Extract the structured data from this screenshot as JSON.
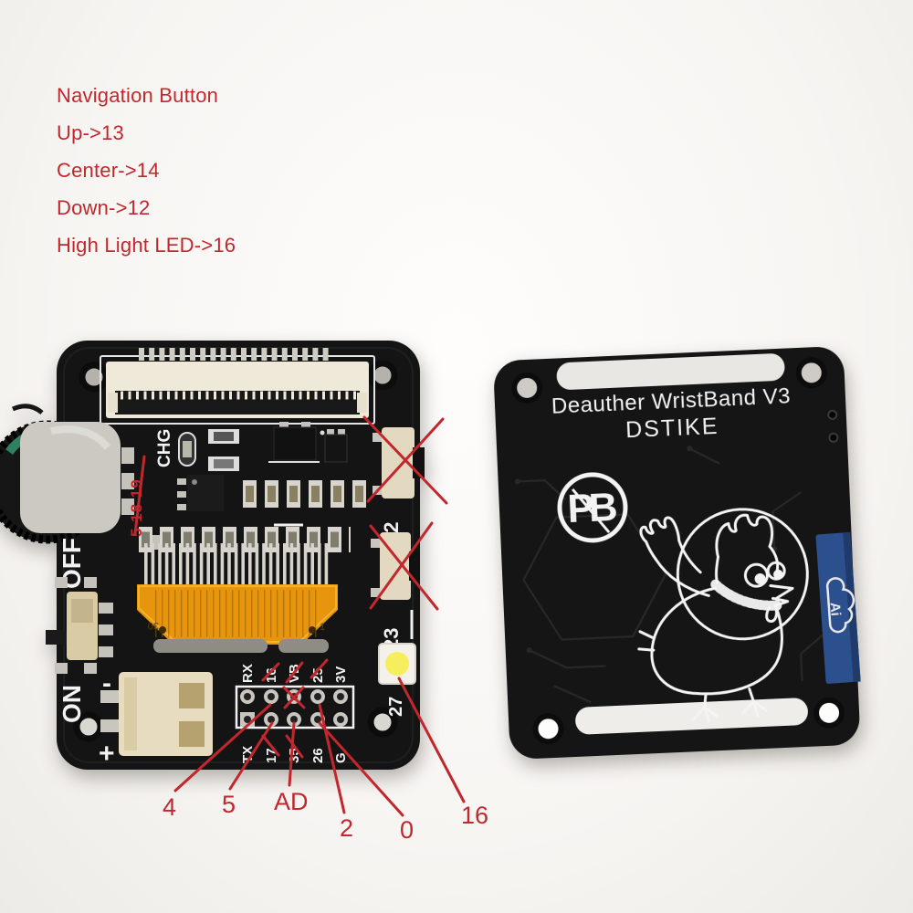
{
  "annotation": {
    "color": "#c1272d",
    "nav_title": "Navigation Button",
    "nav_lines": [
      "Up->13",
      "Center->14",
      "Down->12",
      "High Light LED->16"
    ],
    "crossed_pins": "5 18 19",
    "callout_4": "4",
    "callout_5": "5",
    "callout_ad": "AD",
    "callout_2": "2",
    "callout_0": "0",
    "callout_16": "16"
  },
  "front_board": {
    "labels": {
      "chg": "CHG",
      "off": "OFF",
      "on": "ON",
      "battery_minus": "-",
      "battery_plus": "+",
      "side_button_top": "22",
      "side_button_bottom": "23",
      "led_pin": "27",
      "flex_pin_30": "30",
      "flex_pin_1": "1"
    },
    "header": {
      "top_row": [
        "RX",
        "16",
        "VB",
        "25",
        "3V"
      ],
      "bottom_row": [
        "TX",
        "17",
        "35",
        "26",
        "G"
      ]
    }
  },
  "back_board": {
    "title": "Deauther WristBand V3",
    "brand": "DSTIKE",
    "logo": "PB",
    "module_logo": "Ai"
  }
}
